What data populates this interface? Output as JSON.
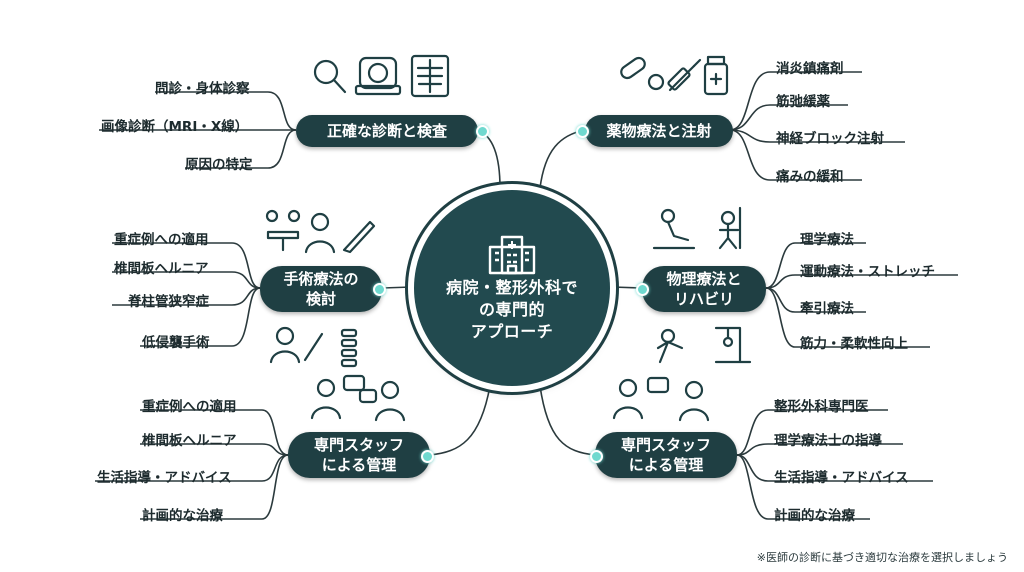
{
  "center": {
    "line1": "病院・整形外科で",
    "line2": "の専門的",
    "line3": "アプローチ",
    "icon": "hospital-icon"
  },
  "branches": {
    "diagnosis": {
      "title": "正確な診断と検査",
      "items": [
        "問診・身体診察",
        "画像診断（MRI・X線）",
        "原因の特定"
      ],
      "icons": [
        "magnifier-icon",
        "mri-scanner-icon",
        "xray-icon"
      ]
    },
    "medication": {
      "title": "薬物療法と注射",
      "items": [
        "消炎鎮痛剤",
        "筋弛緩薬",
        "神経ブロック注射",
        "痛みの緩和"
      ],
      "icons": [
        "pills-icon",
        "syringe-icon",
        "medicine-bottle-icon"
      ]
    },
    "surgery": {
      "title_line1": "手術療法の",
      "title_line2": "検討",
      "items": [
        "重症例への適用",
        "椎間板ヘルニア",
        "脊柱管狭窄症",
        "低侵襲手術"
      ],
      "icons": [
        "operating-room-icon",
        "surgeon-icon",
        "scalpel-icon",
        "spine-icon"
      ]
    },
    "rehab": {
      "title_line1": "物理療法と",
      "title_line2": "リハビリ",
      "items": [
        "理学療法",
        "運動療法・ストレッチ",
        "牽引療法",
        "筋力・柔軟性向上"
      ],
      "icons": [
        "therapy-icon",
        "exercise-icon",
        "stretch-icon",
        "traction-icon"
      ]
    },
    "staff_left": {
      "title_line1": "専門スタッフ",
      "title_line2": "による管理",
      "items": [
        "重症例への適用",
        "椎間板ヘルニア",
        "生活指導・アドバイス",
        "計画的な治療"
      ],
      "icons": [
        "doctor-icon",
        "chat-icon",
        "nurse-icon"
      ]
    },
    "staff_right": {
      "title_line1": "専門スタッフ",
      "title_line2": "による管理",
      "items": [
        "整形外科専門医",
        "理学療法士の指導",
        "生活指導・アドバイス",
        "計画的な治療"
      ],
      "icons": [
        "doctor-icon",
        "chat-icon",
        "staff-icon"
      ]
    }
  },
  "footnote": "※医師の診断に基づき適切な治療を選択しましょう",
  "colors": {
    "primary": "#1f3f43",
    "center": "#224a4f",
    "accent_dot": "#6fd9cf",
    "line": "#2b3a3d"
  }
}
